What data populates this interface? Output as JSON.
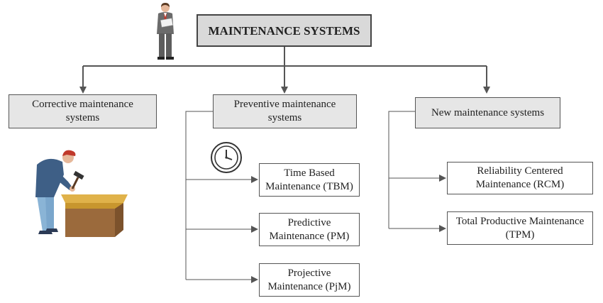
{
  "diagram": {
    "title": "MAINTENANCE SYSTEMS",
    "categories": [
      {
        "label": "Corrective maintenance\nsystems"
      },
      {
        "label": "Preventive maintenance\nsystems",
        "children": [
          {
            "label": "Time Based\nMaintenance (TBM)"
          },
          {
            "label": "Predictive\nMaintenance (PM)"
          },
          {
            "label": "Projective\nMaintenance (PjM)"
          }
        ]
      },
      {
        "label": "New maintenance systems",
        "children": [
          {
            "label": "Reliability Centered\nMaintenance (RCM)"
          },
          {
            "label": "Total Productive Maintenance\n(TPM)"
          }
        ]
      }
    ]
  },
  "colors": {
    "title_fill": "#d9d9d9",
    "category_fill": "#e6e6e6",
    "connector": "#555555"
  },
  "icons": [
    "businessman-icon",
    "clock-icon",
    "worker-hammering-icon"
  ]
}
